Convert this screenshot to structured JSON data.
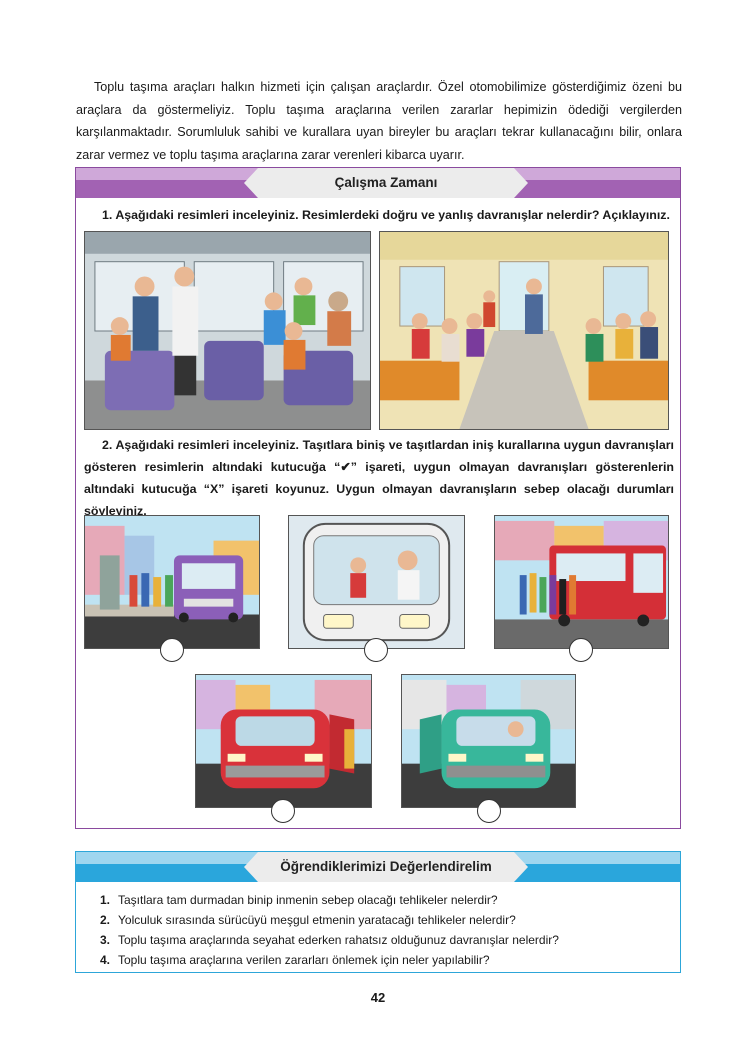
{
  "intro_text": "Toplu taşıma araçları halkın hizmeti için çalışan araçlardır. Özel otomobilimize gösterdiğimiz özeni bu araçlara da göstermeliyiz. Toplu taşıma araçlarına verilen zararlar hepimizin ödediği vergilerden karşılanmaktadır. Sorumluluk sahibi ve kurallara uyan bireyler bu araçları tekrar kullanacağını bilir, onlara zarar vermez ve toplu taşıma araçlarına zarar verenleri kibarca uyarır.",
  "work_section": {
    "title": "Çalışma Zamanı",
    "question1": "1.  Aşağıdaki resimleri inceleyiniz. Resimlerdeki doğru ve yanlış davranışlar nelerdir? Açıklayınız.",
    "question2": "2.  Aşağıdaki resimleri inceleyiniz. Taşıtlara biniş ve taşıtlardan iniş kurallarına uygun davranışları gösteren resimlerin altındaki kutucuğa “✔” işareti, uygun olmayan davranışları gösterenlerin altındaki kutucuğa “X” işareti koyunuz. Uygun olmayan davranışların sebep olacağı durumları söyleyiniz."
  },
  "eval_section": {
    "title": "Öğrendiklerimizi Değerlendirelim",
    "items": [
      {
        "num": "1.",
        "text": "Taşıtlara tam durmadan binip inmenin sebep olacağı tehlikeler nelerdir?"
      },
      {
        "num": "2.",
        "text": "Yolculuk sırasında sürücüyü meşgul etmenin yaratacağı tehlikeler nelerdir?"
      },
      {
        "num": "3.",
        "text": "Toplu taşıma araçlarında seyahat ederken rahatsız olduğunuz davranışlar nelerdir?"
      },
      {
        "num": "4.",
        "text": "Toplu taşıma araçlarına verilen zararları önlemek için neler yapılabilir?"
      }
    ]
  },
  "page_number": "42",
  "colors": {
    "work_accent": "#a262b3",
    "work_accent_light": "#cfa8d9",
    "eval_accent": "#2aa6dc",
    "eval_accent_light": "#9fd6ef"
  }
}
